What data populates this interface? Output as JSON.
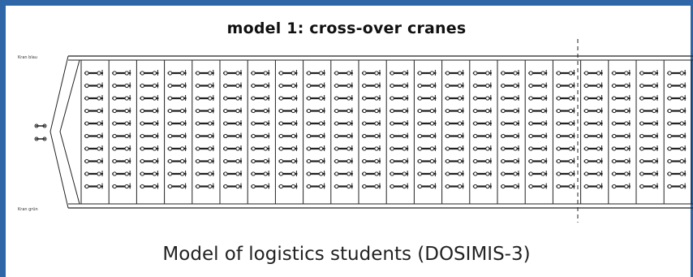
{
  "title": "model 1: cross-over cranes",
  "caption": "Model of logistics students (DOSIMIS-3)",
  "diagram": {
    "rail_label_top": "Kran blau",
    "rail_label_bottom": "Kran grün",
    "module_count": 22,
    "rows_per_module": 10,
    "colors": {
      "frame": "#2f66a8",
      "line": "#222222"
    }
  }
}
